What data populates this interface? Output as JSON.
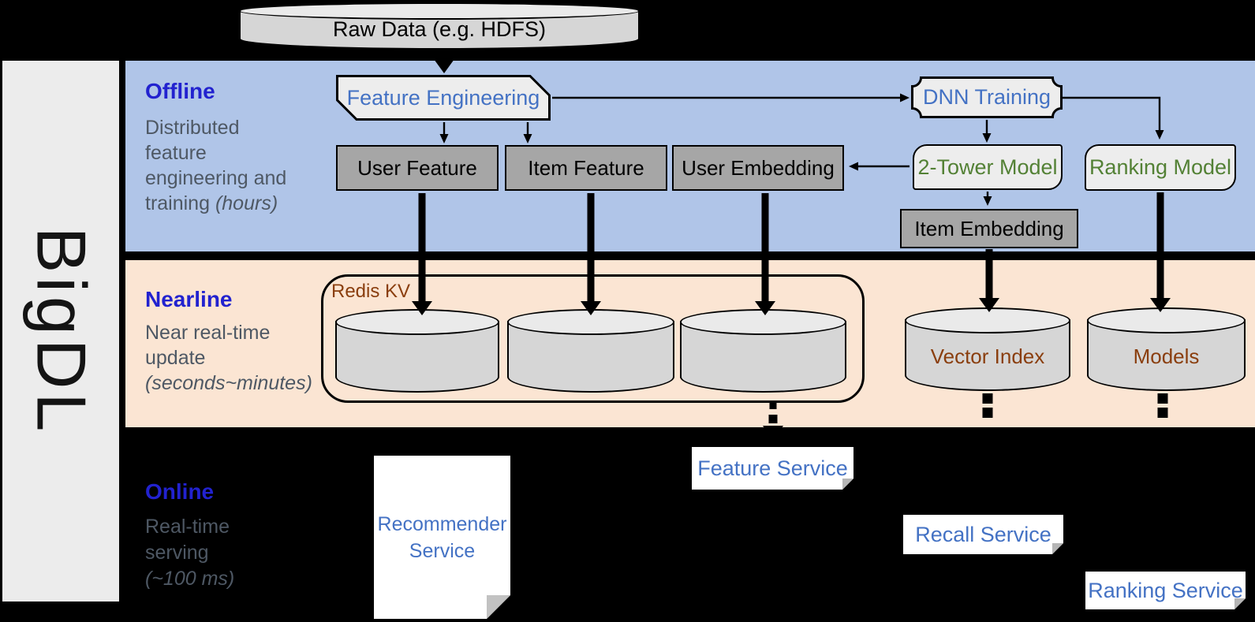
{
  "colors": {
    "band_offline": "#b0c5e8",
    "band_nearline": "#fbe5d3",
    "sidebar_bg": "#ececec",
    "node_gray": "#a6a6a6",
    "node_light": "#ededed",
    "cyl_body": "#d6d6d6",
    "cyl_top": "#eaeaea",
    "text_blue": "#4472c4",
    "text_green": "#538135",
    "text_brown": "#8a3e0e",
    "lane_title": "#2222cf",
    "lane_desc": "#4e5864",
    "note_bg": "#ffffff",
    "ink": "#000000"
  },
  "sidebar": {
    "brand": "BigDL"
  },
  "source": {
    "label": "Raw Data (e.g. HDFS)"
  },
  "lanes": {
    "offline": {
      "title": "Offline",
      "desc1": "Distributed",
      "desc2": "feature",
      "desc3": "engineering and",
      "desc4": "training ",
      "desc4_italic": "(hours)"
    },
    "nearline": {
      "title": "Nearline",
      "desc1": "Near real-time",
      "desc2": "update",
      "desc3_italic": "(seconds~minutes)"
    },
    "online": {
      "title": "Online",
      "desc1": "Real-time",
      "desc2": "serving",
      "desc3_italic": "(~100 ms)"
    }
  },
  "nodes": {
    "feature_engineering": {
      "label": "Feature Engineering"
    },
    "dnn_training": {
      "label": "DNN Training"
    },
    "user_feature": {
      "label": "User Feature"
    },
    "item_feature": {
      "label": "Item Feature"
    },
    "user_embedding": {
      "label": "User Embedding"
    },
    "two_tower_model": {
      "label": "2-Tower Model"
    },
    "ranking_model": {
      "label": "Ranking Model"
    },
    "item_embedding": {
      "label": "Item Embedding"
    },
    "redis_kv": {
      "label": "Redis KV"
    },
    "vector_index": {
      "label": "Vector Index"
    },
    "models": {
      "label": "Models"
    },
    "recommender_service": {
      "line1": "Recommender",
      "line2": "Service"
    },
    "feature_service": {
      "label": "Feature Service"
    },
    "recall_service": {
      "label": "Recall Service"
    },
    "ranking_service": {
      "label": "Ranking Service"
    }
  }
}
